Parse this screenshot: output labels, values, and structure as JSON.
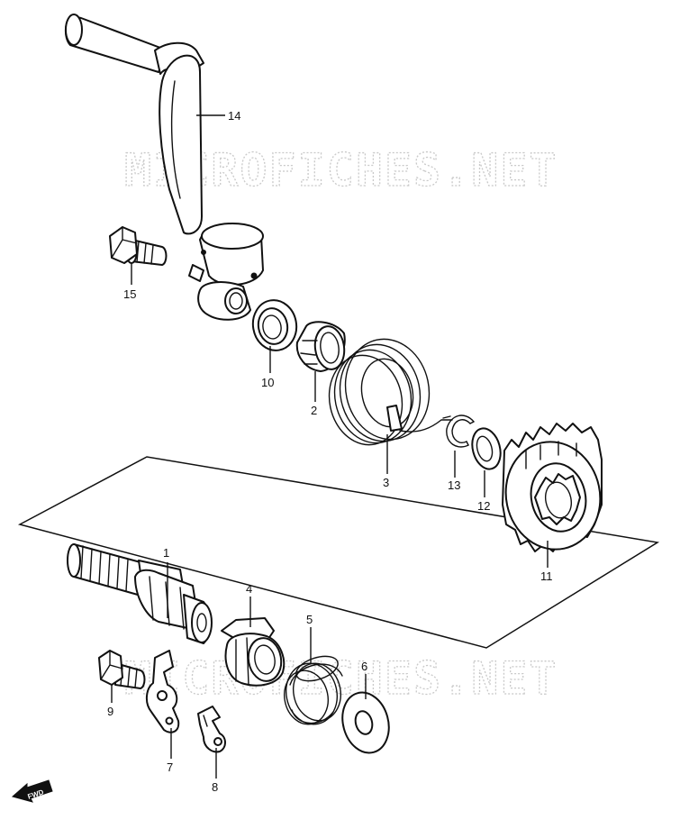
{
  "watermark": {
    "text": "MICROFICHES.NET"
  },
  "fwd_label": "FWD",
  "parts": [
    {
      "key": "p1",
      "label": "1"
    },
    {
      "key": "p2",
      "label": "2"
    },
    {
      "key": "p3",
      "label": "3"
    },
    {
      "key": "p4",
      "label": "4"
    },
    {
      "key": "p5",
      "label": "5"
    },
    {
      "key": "p6",
      "label": "6"
    },
    {
      "key": "p7",
      "label": "7"
    },
    {
      "key": "p8",
      "label": "8"
    },
    {
      "key": "p9",
      "label": "9"
    },
    {
      "key": "p10",
      "label": "10"
    },
    {
      "key": "p11",
      "label": "11"
    },
    {
      "key": "p12",
      "label": "12"
    },
    {
      "key": "p13",
      "label": "13"
    },
    {
      "key": "p14",
      "label": "14"
    },
    {
      "key": "p15",
      "label": "15"
    }
  ]
}
